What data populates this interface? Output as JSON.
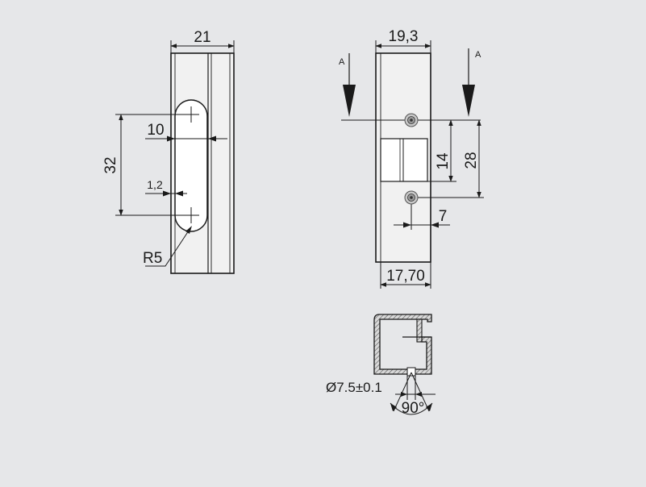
{
  "dimensions": {
    "left_width": "21",
    "slot_offset": "10",
    "slot_spacing": "32",
    "slot_recess": "1,2",
    "slot_radius": "R5",
    "right_width_top": "19,3",
    "right_width_bottom": "17,70",
    "section_marker": "A",
    "hole_to_window": "14",
    "hole_spacing": "28",
    "hole_offset": "7",
    "profile_diameter": "Ø7.5±0.1",
    "profile_angle": "90°"
  },
  "colors": {
    "background": "#e6e7e9",
    "line": "#1a1a1a",
    "profile_fill": "#bfbfbf"
  }
}
